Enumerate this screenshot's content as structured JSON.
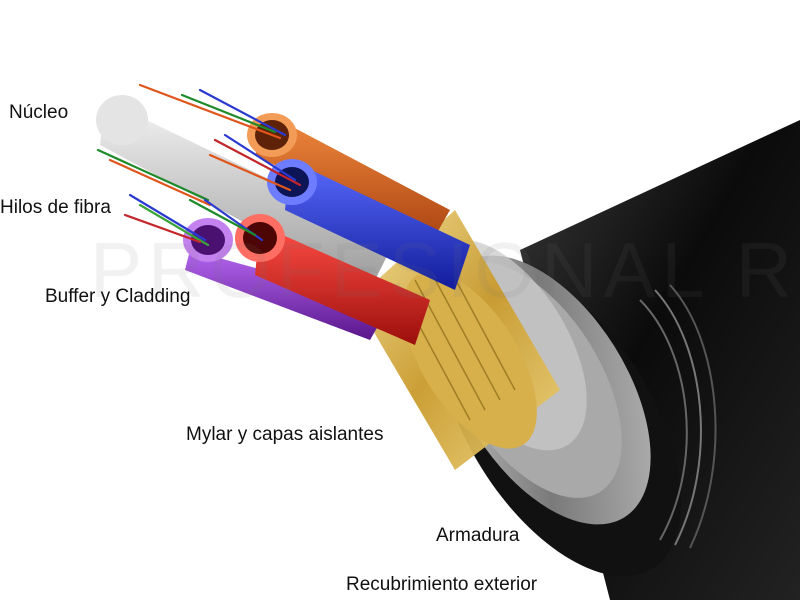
{
  "labels": {
    "nucleo": "Núcleo",
    "hilos": "Hilos de fibra",
    "buffer": "Buffer y Cladding",
    "mylar": "Mylar y capas aislantes",
    "armadura": "Armadura",
    "recubrimiento": "Recubrimiento exterior"
  },
  "watermark": "PROFESIONAL REVIEW",
  "colors": {
    "outer_jacket": "#141414",
    "armor": "#8f8f8f",
    "mylar": "#d9b54a",
    "core": "#d8d8d8",
    "tube_orange": "#d2601e",
    "tube_blue": "#2435d6",
    "tube_red": "#d9201d",
    "tube_purple": "#8a2fc7",
    "fiber_strands": [
      "#1f8a2a",
      "#2a3ad0",
      "#e0551c",
      "#c3262a",
      "#3aa33a"
    ]
  },
  "icons": {
    "cable": "fiber-optic-cable-cross-section"
  }
}
